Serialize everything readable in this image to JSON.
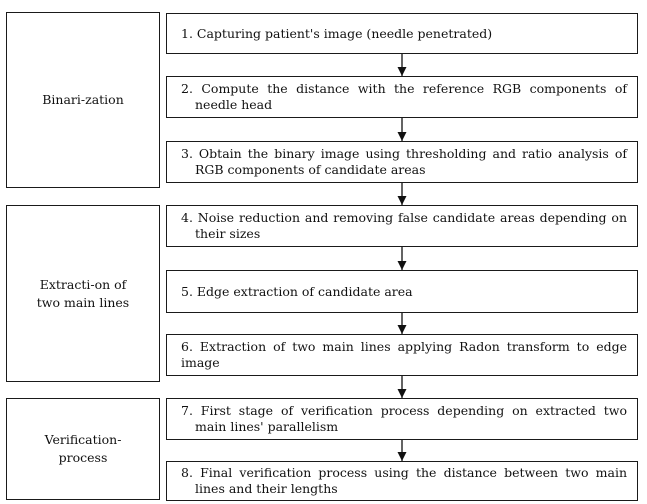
{
  "stages": [
    {
      "id": "binarization",
      "label": "Binari-zation"
    },
    {
      "id": "extraction",
      "label": "Extracti-on of\ntwo main lines"
    },
    {
      "id": "verification",
      "label": "Verification-\nprocess"
    }
  ],
  "steps": [
    {
      "label": "1. Capturing patient's image (needle penetrated)"
    },
    {
      "label": "2. Compute the distance with the reference RGB components of needle head"
    },
    {
      "label": "3. Obtain the binary image using thresholding and ratio analysis of RGB components of candidate areas"
    },
    {
      "label": "4. Noise reduction and removing false candidate areas depending on their sizes"
    },
    {
      "label": "5. Edge extraction of candidate area"
    },
    {
      "label": "6. Extraction of two main lines applying Radon transform to edge image"
    },
    {
      "label": "7. First stage of verification process depending on extracted two main lines' parallelism"
    },
    {
      "label": "8. Final verification process using the distance between two main lines and their lengths"
    }
  ]
}
